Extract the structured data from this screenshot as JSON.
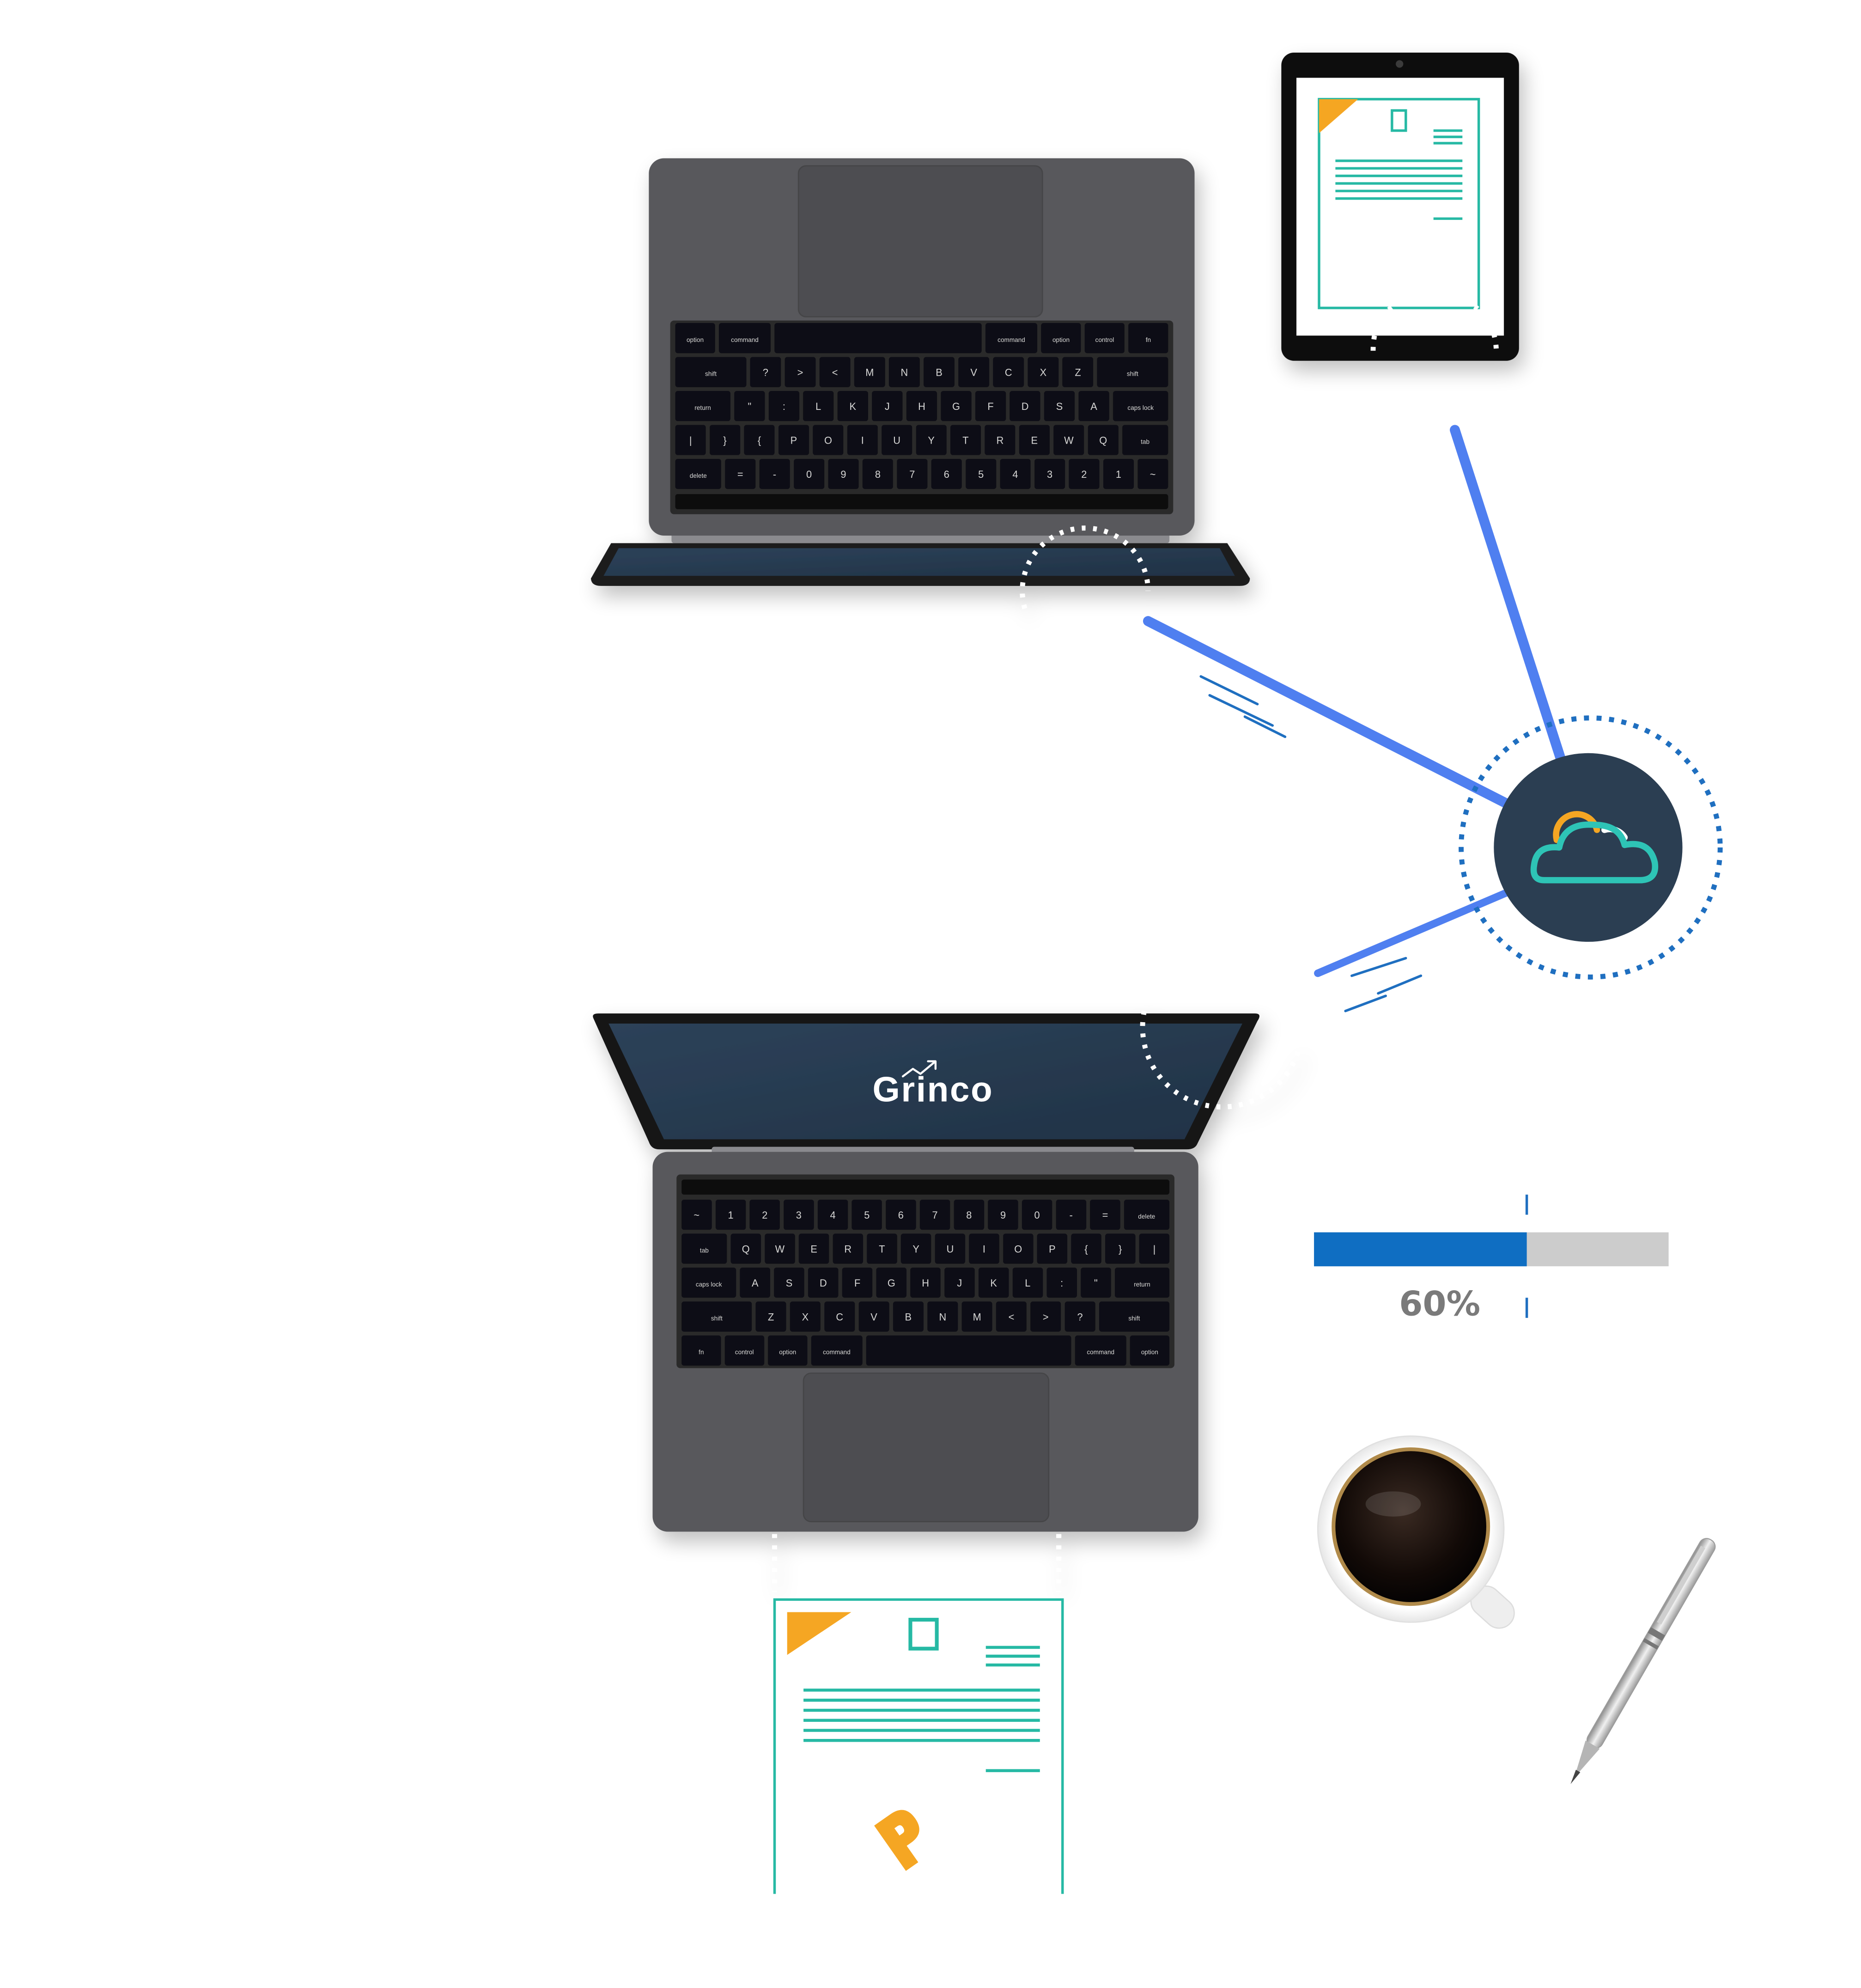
{
  "brand": {
    "name": "Grinco"
  },
  "upload_progress": {
    "value": 0.6,
    "label": "60%"
  },
  "colors": {
    "connection_line": "#4f7ff0",
    "cloud_node_fill": "#2b3e52",
    "cloud_dotted_ring": "#1f6fc0",
    "cloud_outline": "#2ec4b6",
    "cloud_sun": "#f5a623",
    "progress_fill": "#0f6ec2",
    "progress_track": "#cccccc",
    "progress_label": "#7a7a7a",
    "document_accent": "#f5a623",
    "document_lines": "#26b9a4",
    "laptop_screen": "#263a50"
  },
  "icons": {
    "cloud_node": "cloud-icon",
    "document_logo": "p-logo-icon",
    "brand_mark": "chart-line-icon"
  },
  "devices": [
    {
      "name": "laptop-top",
      "state": "open-flipped"
    },
    {
      "name": "tablet",
      "state": "document-open"
    },
    {
      "name": "laptop-bottom",
      "state": "open-showing-brand"
    }
  ],
  "keyboard": {
    "row1": [
      "~",
      "1",
      "2",
      "3",
      "4",
      "5",
      "6",
      "7",
      "8",
      "9",
      "0",
      "-",
      "=",
      "delete"
    ],
    "row2": [
      "tab",
      "Q",
      "W",
      "E",
      "R",
      "T",
      "Y",
      "U",
      "I",
      "O",
      "P",
      "{",
      "}",
      "|"
    ],
    "row3": [
      "caps lock",
      "A",
      "S",
      "D",
      "F",
      "G",
      "H",
      "J",
      "K",
      "L",
      ":",
      "\"",
      "return"
    ],
    "row4": [
      "shift",
      "Z",
      "X",
      "C",
      "V",
      "B",
      "N",
      "M",
      "<",
      ">",
      "?",
      "shift"
    ],
    "row5": [
      "fn",
      "control",
      "option",
      "command",
      "",
      "command",
      "option"
    ]
  }
}
